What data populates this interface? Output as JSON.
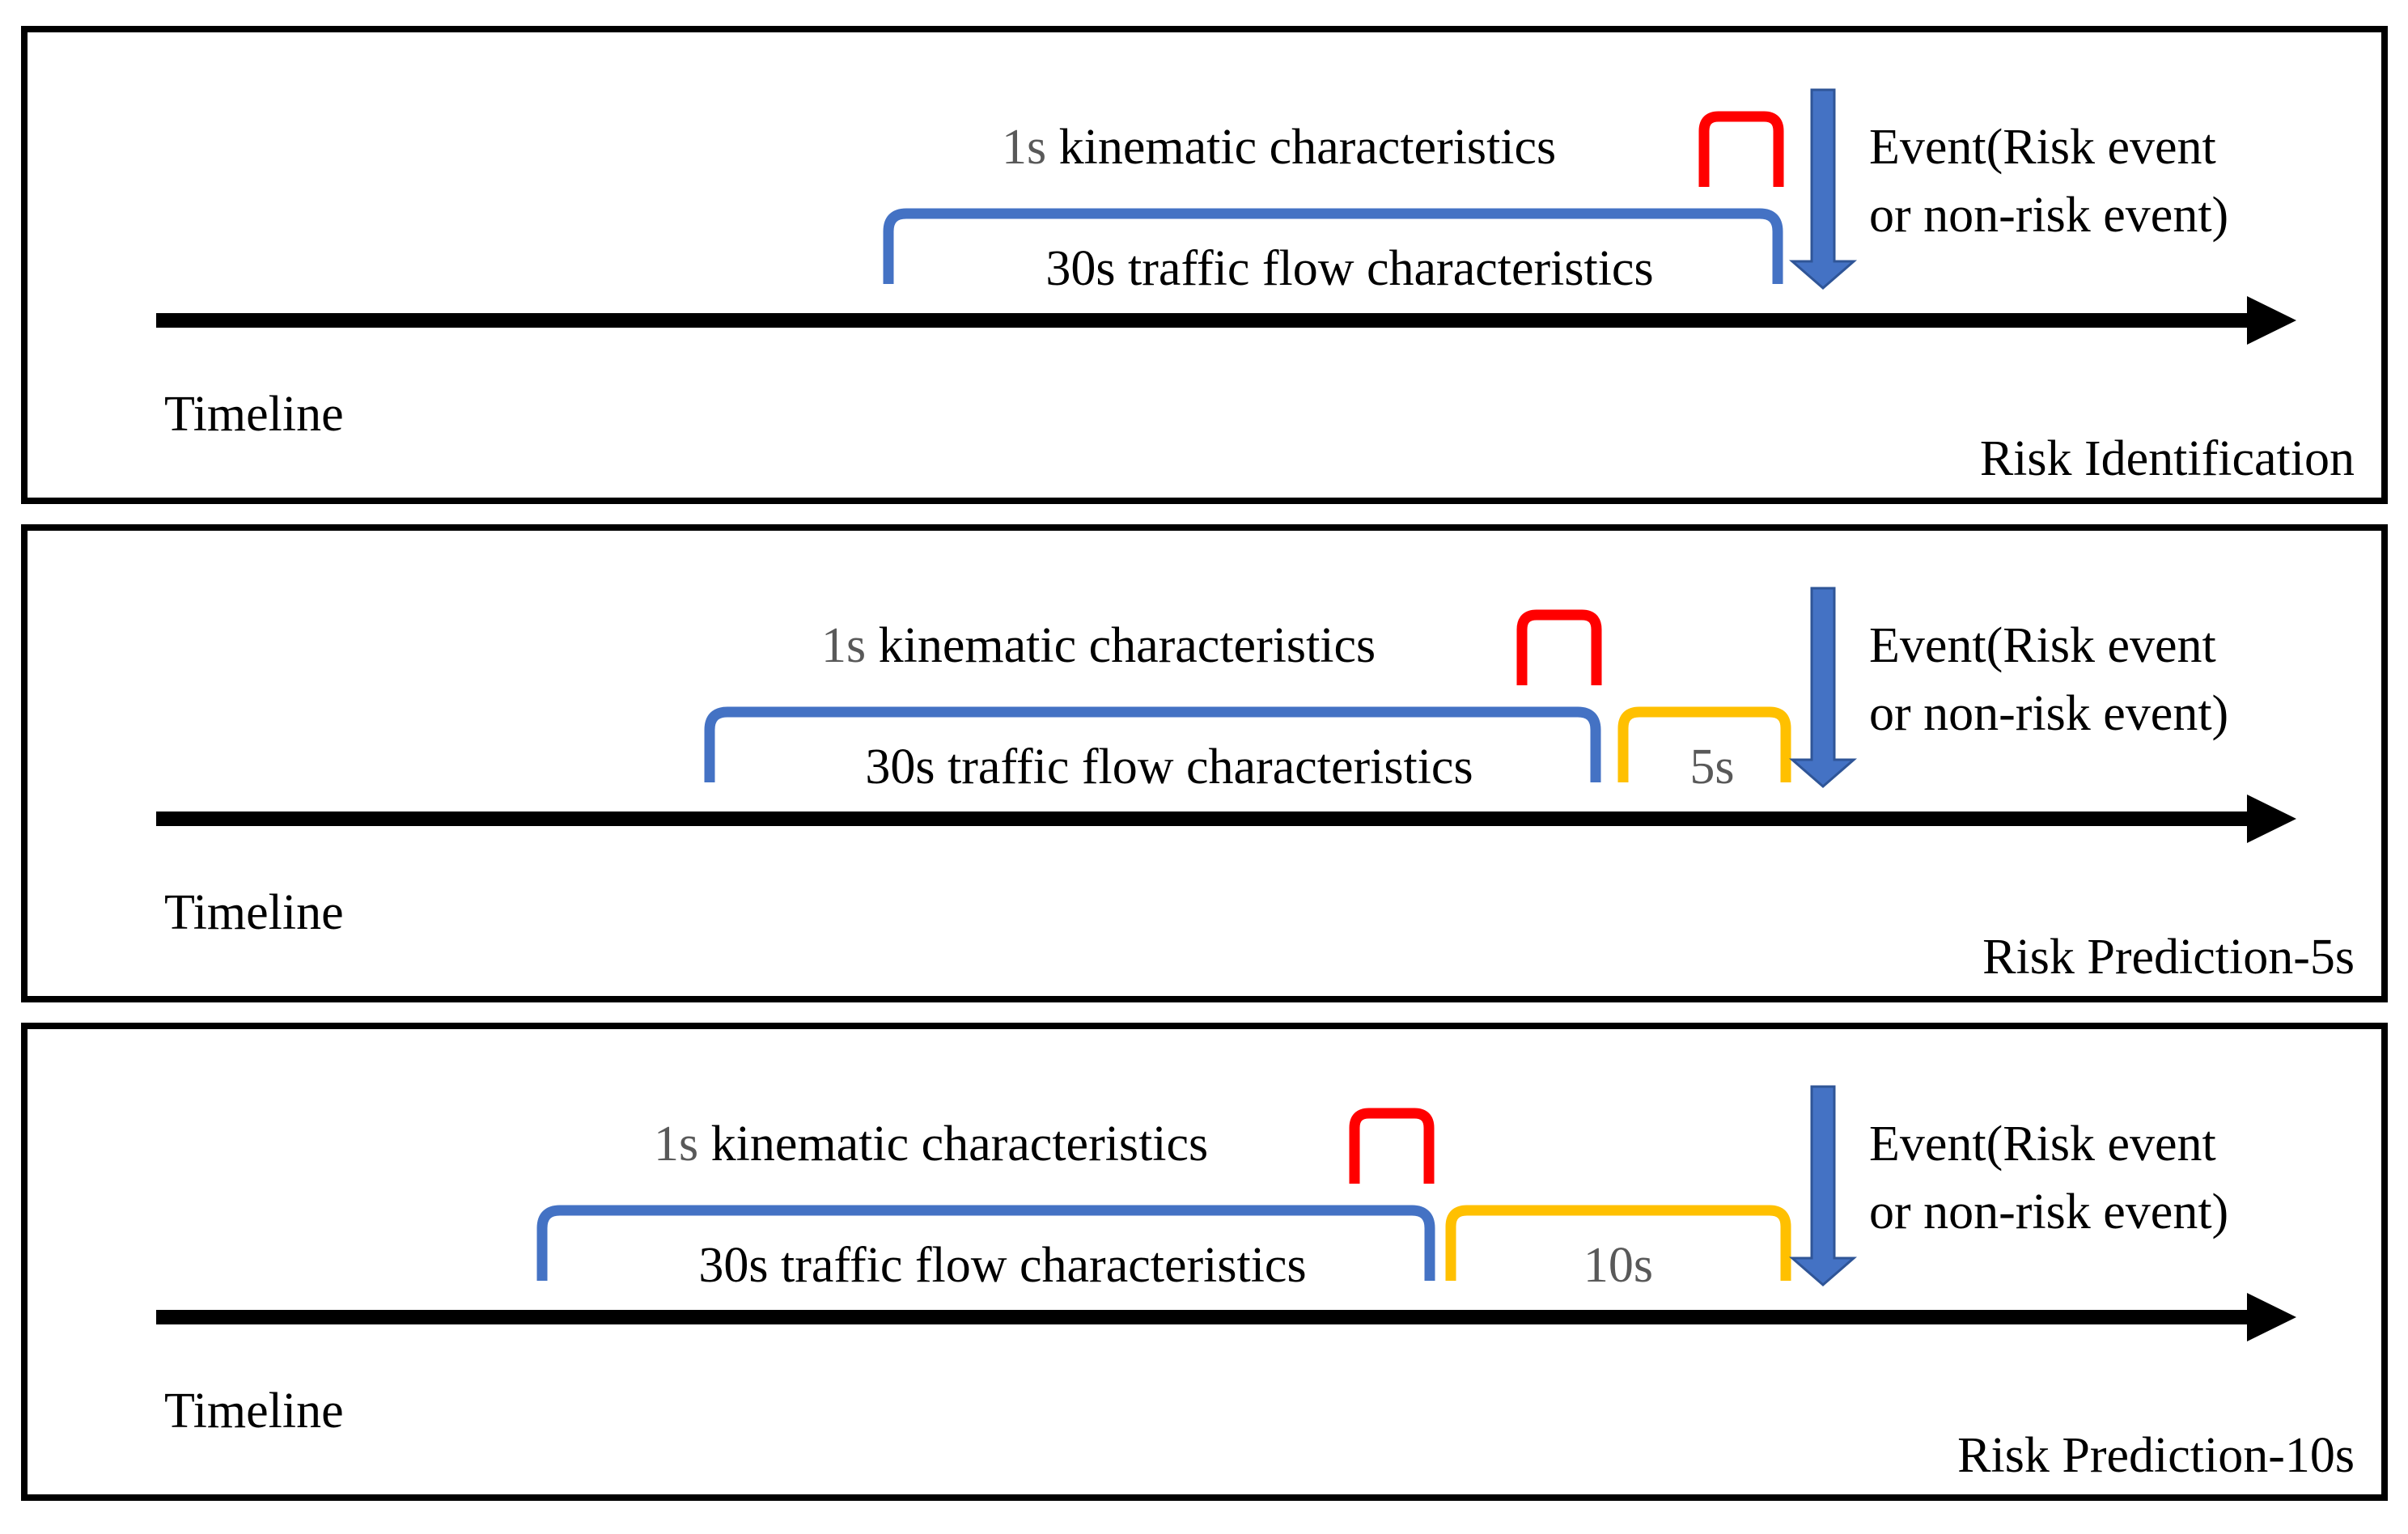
{
  "colors": {
    "frame": "#000000",
    "timeline": "#000000",
    "kinematic_bracket": "#ff0000",
    "traffic_bracket": "#4472c4",
    "gap_bracket": "#ffc000",
    "event_arrow": "#4472c4",
    "text": "#000000",
    "muted_text": "#595959"
  },
  "panels": [
    {
      "id": "identification",
      "kinematic": {
        "number": "1s",
        "text": " kinematic characteristics"
      },
      "traffic_label": "30s traffic flow characteristics",
      "gap_label": null,
      "event_label": [
        "Event(Risk event",
        "or non-risk event)"
      ],
      "timeline_label": "Timeline",
      "title": "Risk Identification"
    },
    {
      "id": "prediction-5s",
      "kinematic": {
        "number": "1s",
        "text": " kinematic characteristics"
      },
      "traffic_label": "30s traffic flow characteristics",
      "gap_label": "5s",
      "event_label": [
        "Event(Risk event",
        "or non-risk event)"
      ],
      "timeline_label": "Timeline",
      "title": "Risk Prediction-5s"
    },
    {
      "id": "prediction-10s",
      "kinematic": {
        "number": "1s",
        "text": " kinematic characteristics"
      },
      "traffic_label": "30s traffic flow characteristics",
      "gap_label": "10s",
      "event_label": [
        "Event(Risk event",
        "or non-risk event)"
      ],
      "timeline_label": "Timeline",
      "title": "Risk Prediction-10s"
    }
  ]
}
